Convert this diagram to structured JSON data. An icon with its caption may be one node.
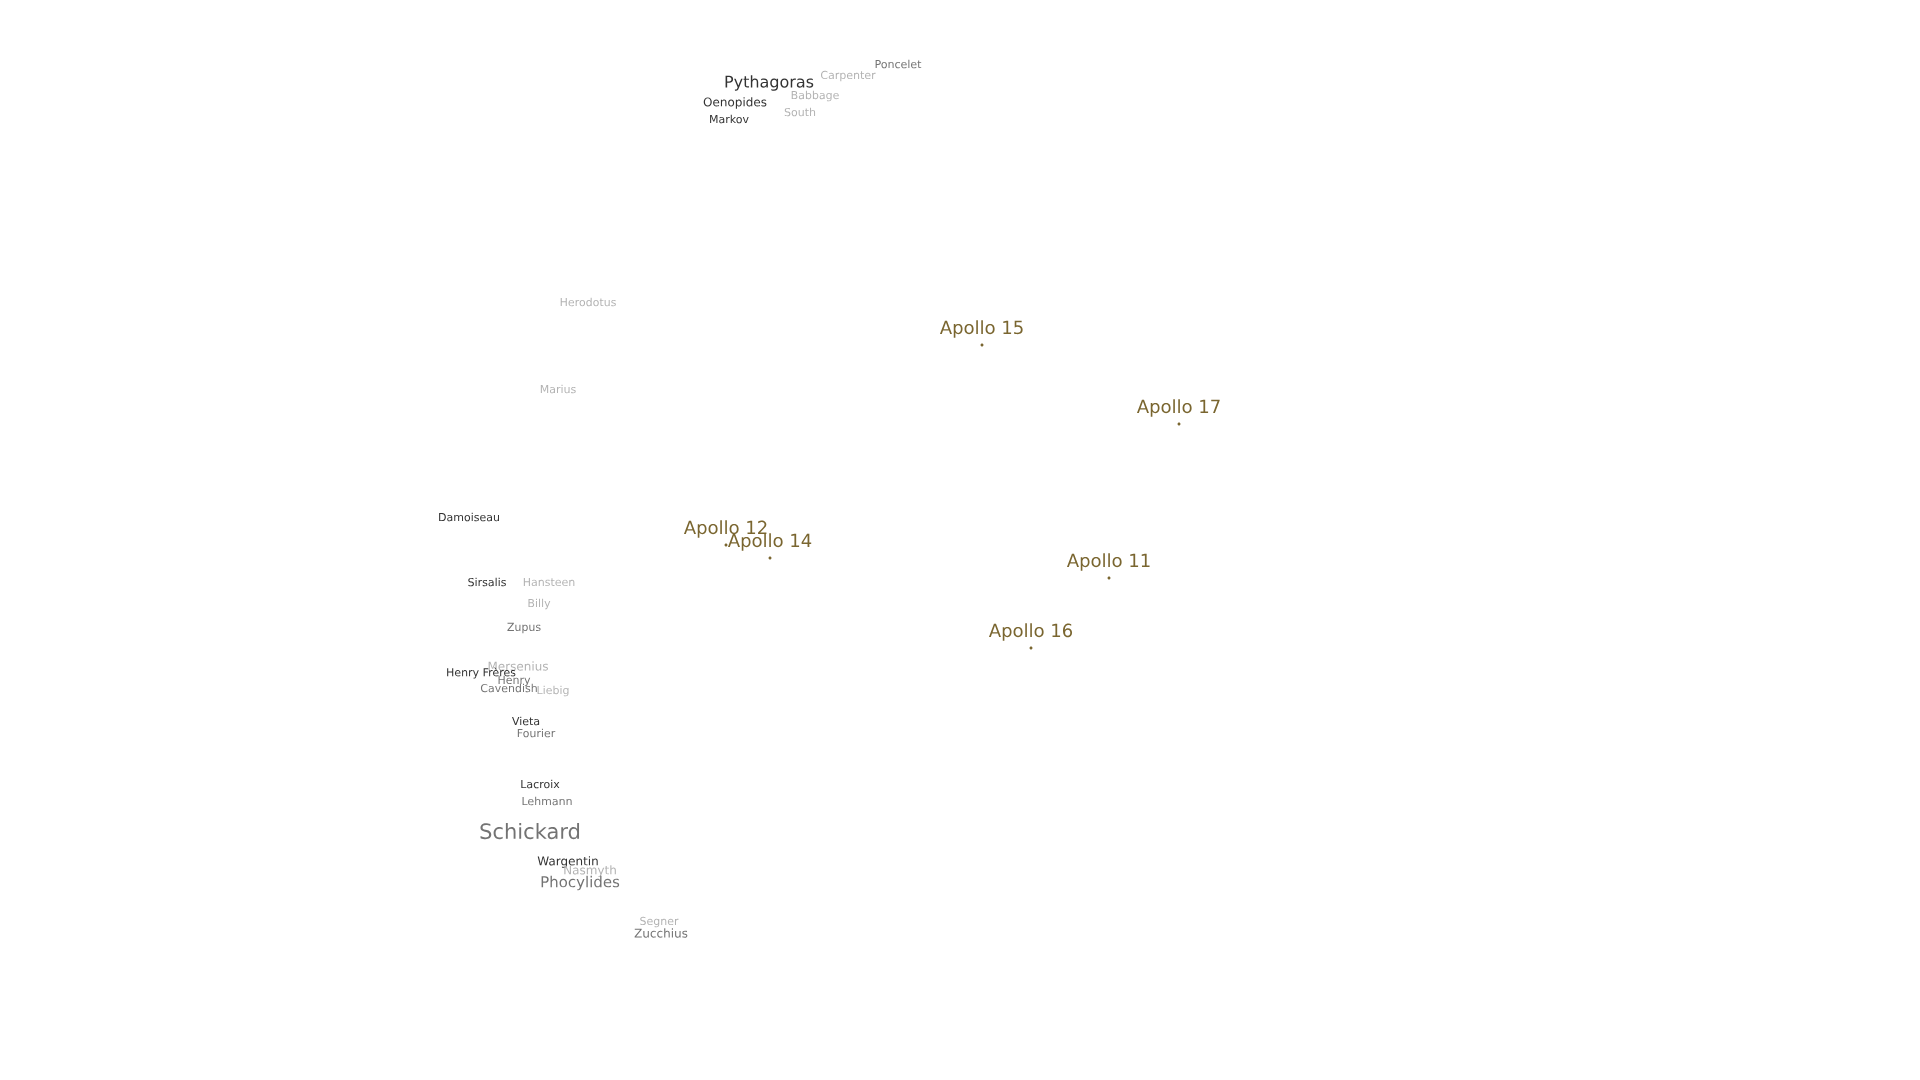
{
  "diagram": {
    "labels": [
      "Poncelet",
      "Carpenter",
      "Pythagoras",
      "Babbage",
      "Oenopides",
      "South",
      "Markov",
      "Herodotus",
      "Marius",
      "Damoiseau",
      "Sirsalis",
      "Hansteen",
      "Billy",
      "Zupus",
      "Mersenius",
      "Henry Frères",
      "Henry",
      "Cavendish",
      "Liebig",
      "Vieta",
      "Fourier",
      "Lacroix",
      "Lehmann",
      "Schickard",
      "Wargentin",
      "Nasmyth",
      "Phocylides",
      "Segner",
      "Zucchius",
      "Apollo 15",
      "Apollo 17",
      "Apollo 12",
      "Apollo 14",
      "Apollo 11",
      "Apollo 16"
    ]
  }
}
